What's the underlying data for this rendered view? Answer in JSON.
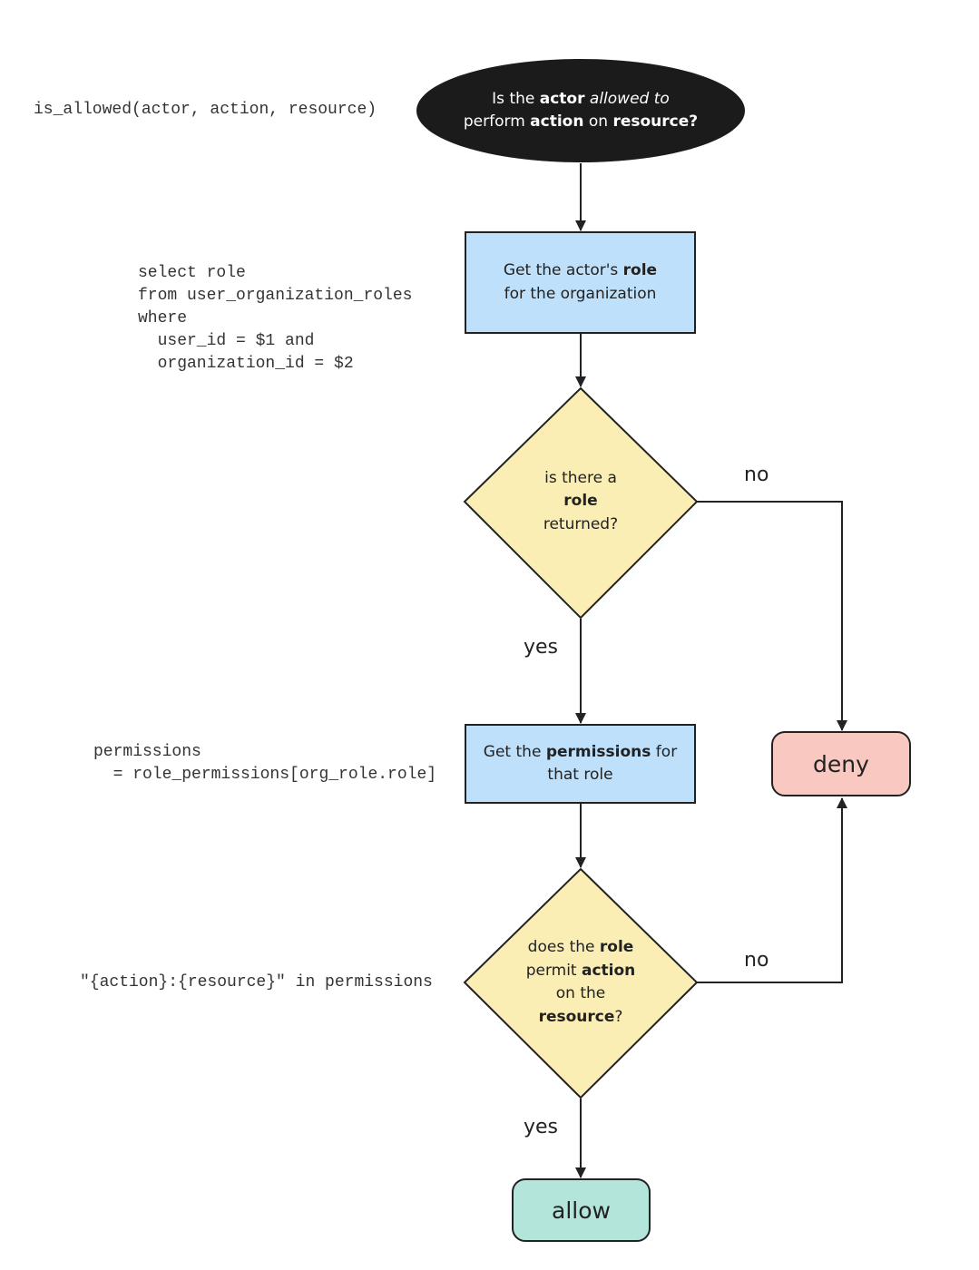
{
  "colors": {
    "start_fill": "#1b1b1b",
    "process_fill": "#bfe0fa",
    "decision_fill": "#fbeeb5",
    "deny_fill": "#f9c8c1",
    "allow_fill": "#b4e5da",
    "stroke": "#222222"
  },
  "code": {
    "is_allowed": "is_allowed(actor, action, resource)",
    "select_role": "select role\nfrom user_organization_roles\nwhere\n  user_id = $1 and\n  organization_id = $2",
    "permissions": "permissions\n  = role_permissions[org_role.role]",
    "check": "\"{action}:{resource}\" in permissions"
  },
  "nodes": {
    "start": {
      "line1": [
        "Is the ",
        "actor",
        " ",
        "allowed to"
      ],
      "line2": [
        "perform ",
        "action",
        " on ",
        "resource?"
      ]
    },
    "get_role": {
      "line1": [
        "Get the actor's ",
        "role"
      ],
      "line2": "for the organization"
    },
    "role_check": {
      "line1": "is there a",
      "line2": "role",
      "line3": "returned?"
    },
    "get_permissions": {
      "line1": [
        "Get the ",
        "permissions",
        " for"
      ],
      "line2": "that role"
    },
    "permit_check": {
      "line1": [
        "does the ",
        "role"
      ],
      "line2": [
        "permit ",
        "action"
      ],
      "line3": "on the",
      "line4": [
        "resource",
        "?"
      ]
    },
    "deny": "deny",
    "allow": "allow"
  },
  "edge_labels": {
    "no_1": "no",
    "yes_1": "yes",
    "no_2": "no",
    "yes_2": "yes"
  }
}
